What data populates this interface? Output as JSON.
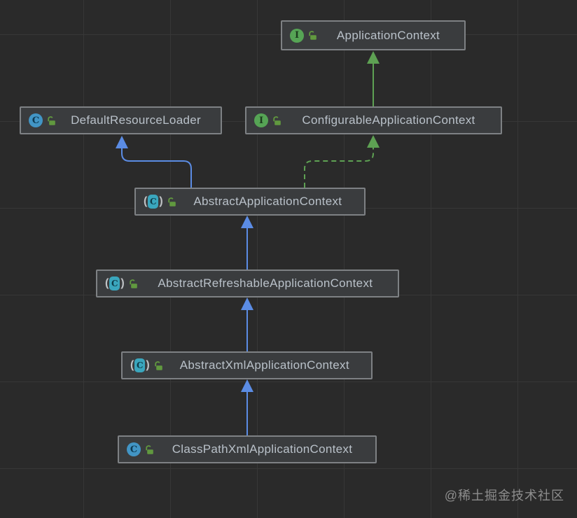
{
  "diagram": {
    "type": "uml-class-hierarchy",
    "nodes": [
      {
        "id": "application-context",
        "label": "ApplicationContext",
        "kind": "interface",
        "icon": "interface-icon",
        "icon_letter": "I",
        "visibility_icon": "open-lock-icon"
      },
      {
        "id": "configurable-application-context",
        "label": "ConfigurableApplicationContext",
        "kind": "interface",
        "icon": "interface-icon",
        "icon_letter": "I",
        "visibility_icon": "open-lock-icon"
      },
      {
        "id": "default-resource-loader",
        "label": "DefaultResourceLoader",
        "kind": "class",
        "icon": "class-icon",
        "icon_letter": "C",
        "visibility_icon": "open-lock-icon"
      },
      {
        "id": "abstract-application-context",
        "label": "AbstractApplicationContext",
        "kind": "abstract-class",
        "icon": "abstract-class-icon",
        "icon_letter": "C",
        "visibility_icon": "open-lock-icon"
      },
      {
        "id": "abstract-refreshable-application-context",
        "label": "AbstractRefreshableApplicationContext",
        "kind": "abstract-class",
        "icon": "abstract-class-icon",
        "icon_letter": "C",
        "visibility_icon": "open-lock-icon"
      },
      {
        "id": "abstract-xml-application-context",
        "label": "AbstractXmlApplicationContext",
        "kind": "abstract-class",
        "icon": "abstract-class-icon",
        "icon_letter": "C",
        "visibility_icon": "open-lock-icon"
      },
      {
        "id": "class-path-xml-application-context",
        "label": "ClassPathXmlApplicationContext",
        "kind": "class",
        "icon": "class-icon",
        "icon_letter": "C",
        "visibility_icon": "open-lock-icon"
      }
    ],
    "edges": [
      {
        "from": "ConfigurableApplicationContext",
        "to": "ApplicationContext",
        "relation": "extends",
        "style": "solid",
        "color": "#5ea153"
      },
      {
        "from": "AbstractApplicationContext",
        "to": "DefaultResourceLoader",
        "relation": "extends",
        "style": "solid",
        "color": "#5b8ce4"
      },
      {
        "from": "AbstractApplicationContext",
        "to": "ConfigurableApplicationContext",
        "relation": "implements",
        "style": "dashed",
        "color": "#5ea153"
      },
      {
        "from": "AbstractRefreshableApplicationContext",
        "to": "AbstractApplicationContext",
        "relation": "extends",
        "style": "solid",
        "color": "#5b8ce4"
      },
      {
        "from": "AbstractXmlApplicationContext",
        "to": "AbstractRefreshableApplicationContext",
        "relation": "extends",
        "style": "solid",
        "color": "#5b8ce4"
      },
      {
        "from": "ClassPathXmlApplicationContext",
        "to": "AbstractXmlApplicationContext",
        "relation": "extends",
        "style": "solid",
        "color": "#5b8ce4"
      }
    ],
    "colors": {
      "background": "#2a2a2a",
      "grid_line": "#373737",
      "node_background": "#3a3c3e",
      "node_border": "#7e8184",
      "node_text": "#b9c1c9",
      "interface_icon": "#56a455",
      "class_icon": "#4295c5",
      "abstract_class_icon": "#3aa6bd",
      "lock_icon": "#61993f",
      "extends_arrow": "#5b8ce4",
      "interface_arrow": "#5ea153"
    },
    "watermark": "@稀土掘金技术社区"
  }
}
